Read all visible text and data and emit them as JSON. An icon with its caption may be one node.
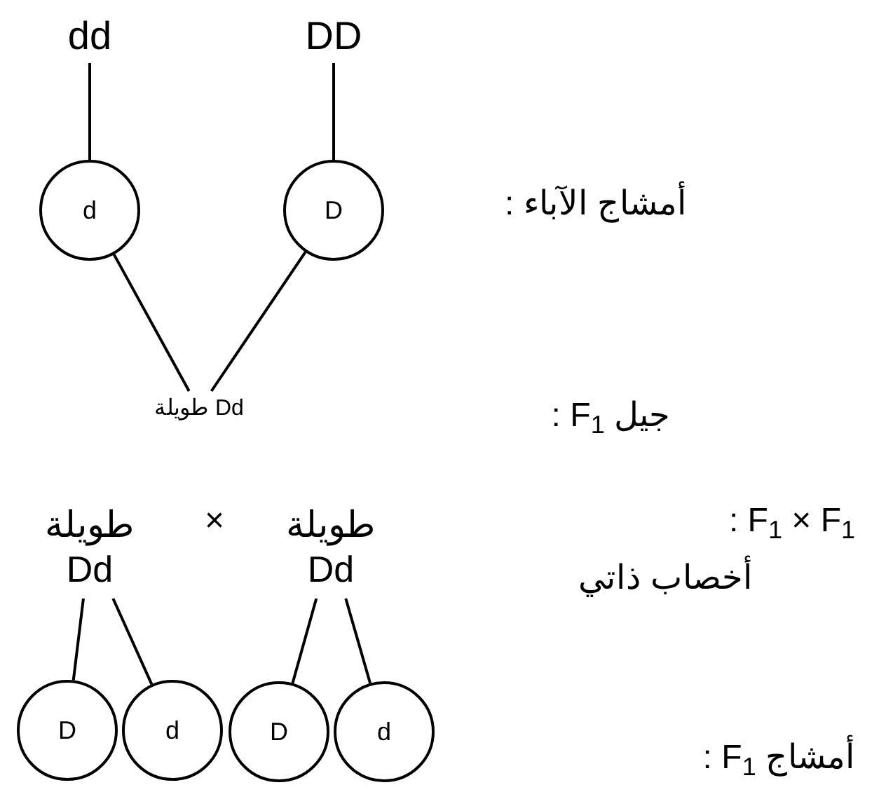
{
  "diagram": {
    "nodes": [
      {
        "text": [
          "dd"
        ]
      },
      {
        "text": [
          "DD"
        ]
      },
      {
        "text": [
          "d"
        ]
      },
      {
        "text": [
          "D"
        ]
      },
      {
        "text": [
          "Dd طويلة"
        ]
      },
      {
        "text": [
          "طويلة",
          "Dd"
        ]
      },
      {
        "text": [
          "طويلة",
          "Dd"
        ]
      },
      {
        "text": [
          "D"
        ]
      },
      {
        "text": [
          "d"
        ]
      },
      {
        "text": [
          "D"
        ]
      },
      {
        "text": [
          "d"
        ]
      }
    ],
    "edges": [
      {
        "from": 0,
        "to": 2,
        "arrow": "none"
      },
      {
        "from": 1,
        "to": 3,
        "arrow": "none"
      },
      {
        "from": 2,
        "to": 4,
        "arrow": "none"
      },
      {
        "from": 3,
        "to": 4,
        "arrow": "none"
      },
      {
        "from": 5,
        "to": 7,
        "arrow": "none"
      },
      {
        "from": 5,
        "to": 8,
        "arrow": "none"
      },
      {
        "from": 6,
        "to": 9,
        "arrow": "none"
      },
      {
        "from": 6,
        "to": 10,
        "arrow": "none"
      }
    ],
    "labels": [
      "أمشاج الآباء :",
      "جيل F$_{1}$ :",
      "×",
      "F$_{1}$ × F$_{1}$ :",
      "أخصاب ذاتي",
      "أمشاج F$_{1}$ :"
    ]
  }
}
